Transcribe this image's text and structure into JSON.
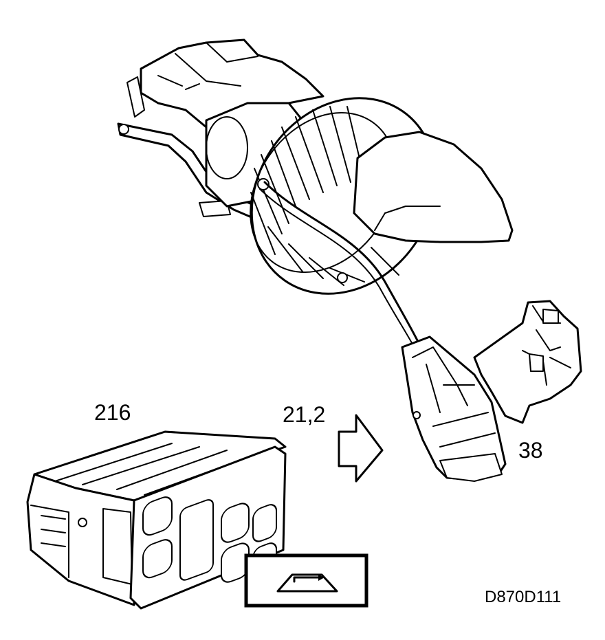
{
  "diagram": {
    "callouts": {
      "control_panel": "216",
      "arrow_value": "21,2",
      "connector": "38"
    },
    "drawing_code": "D870D111"
  }
}
